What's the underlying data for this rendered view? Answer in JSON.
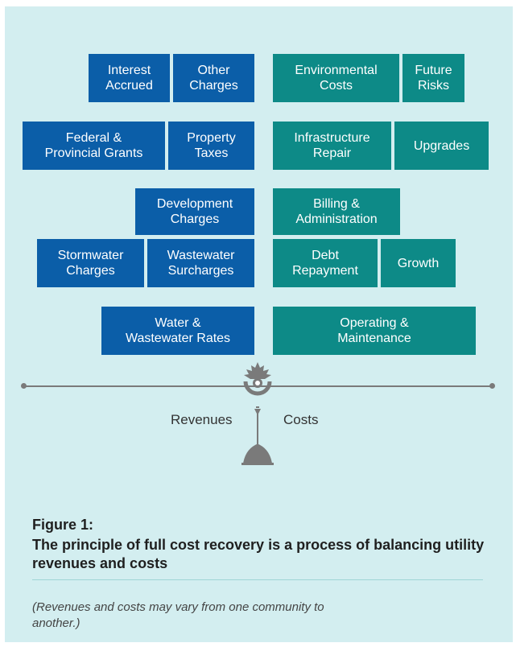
{
  "colors": {
    "revenue": "#0b5ea8",
    "cost": "#0d8a87",
    "frame": "#d3eef0",
    "scale": "#7a7a7a"
  },
  "revenue_boxes": {
    "interest_accrued": "Interest\nAccrued",
    "other_charges": "Other\nCharges",
    "federal_provincial_grants": "Federal &\nProvincial Grants",
    "property_taxes": "Property\nTaxes",
    "development_charges": "Development\nCharges",
    "stormwater_charges": "Stormwater\nCharges",
    "wastewater_surcharges": "Wastewater\nSurcharges",
    "water_wastewater_rates": "Water &\nWastewater Rates"
  },
  "cost_boxes": {
    "environmental_costs": "Environmental\nCosts",
    "future_risks": "Future\nRisks",
    "infrastructure_repair": "Infrastructure\nRepair",
    "upgrades": "Upgrades",
    "billing_administration": "Billing &\nAdministration",
    "debt_repayment": "Debt\nRepayment",
    "growth": "Growth",
    "operating_maintenance": "Operating &\nMaintenance"
  },
  "scale": {
    "revenues_label": "Revenues",
    "costs_label": "Costs",
    "icon": "maple-leaf-balance-icon"
  },
  "figure": {
    "number": "Figure 1:",
    "caption": "The principle of full cost recovery is a process of balancing utility revenues and costs",
    "note": "(Revenues and costs may vary from one community to another.)"
  }
}
